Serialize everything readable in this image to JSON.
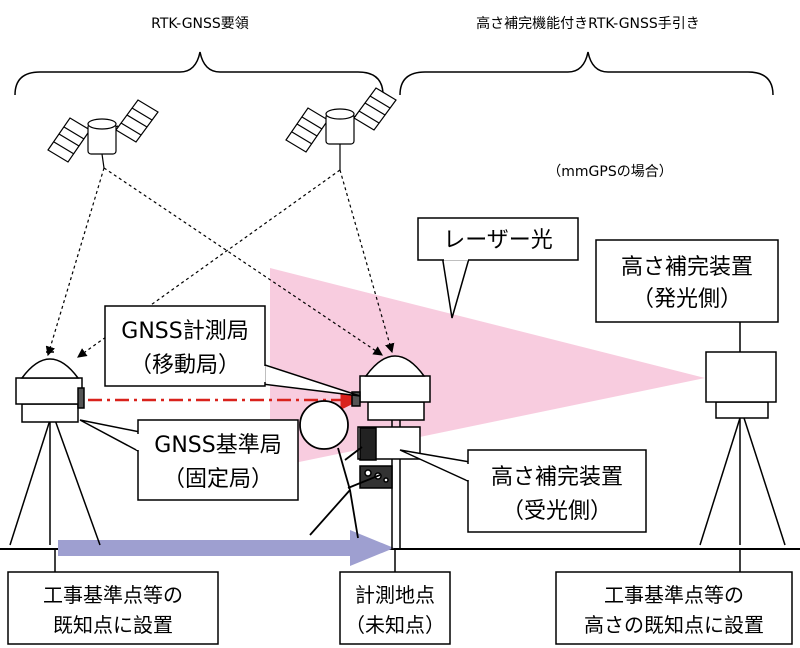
{
  "header": {
    "left_title": "RTK-GNSS要領",
    "right_title": "高さ補完機能付きRTK-GNSS手引き",
    "mmgps_note": "（mmGPSの場合）"
  },
  "callouts": {
    "laser_light": "レーザー光",
    "height_emit": {
      "line1": "高さ補完装置",
      "line2": "（発光側）"
    },
    "gnss_rover": {
      "line1": "GNSS計測局",
      "line2": "（移動局）"
    },
    "gnss_base": {
      "line1": "GNSS基準局",
      "line2": "（固定局）"
    },
    "height_receive": {
      "line1": "高さ補完装置",
      "line2": "（受光側）"
    }
  },
  "ground_labels": {
    "left": {
      "line1": "工事基準点等の",
      "line2": "既知点に設置"
    },
    "center": {
      "line1": "計測地点",
      "line2": "（未知点）"
    },
    "right": {
      "line1": "工事基準点等の",
      "line2": "高さの既知点に設置"
    }
  },
  "colors": {
    "laser_fill": "#f7c6dc",
    "red_link": "#d9221c",
    "blue_arrow": "#9e9fd0",
    "stroke": "#000000"
  }
}
